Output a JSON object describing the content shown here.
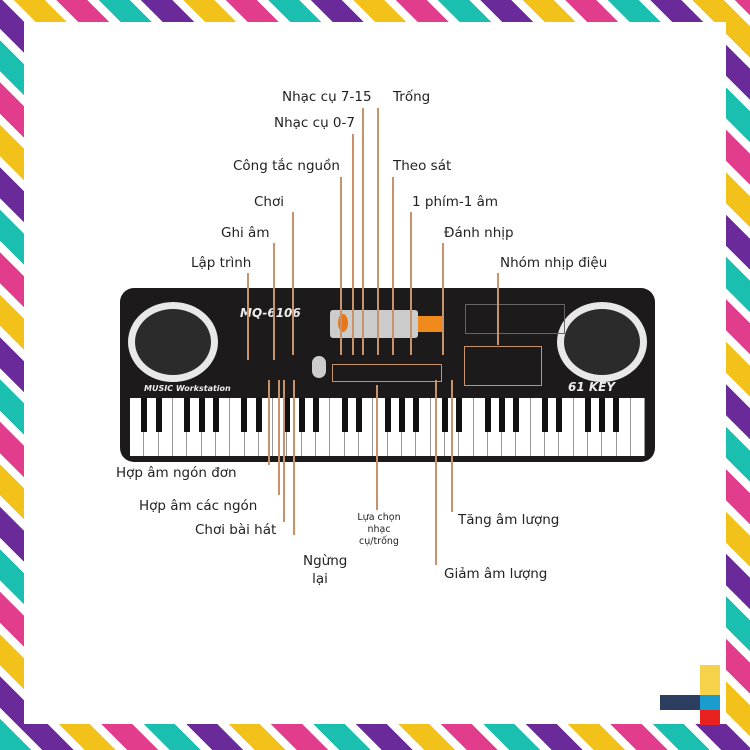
{
  "keyboard": {
    "model": "MQ-6106",
    "brand": "MUSIC Workstation",
    "keys": "61 KEY"
  },
  "labels_top": [
    "Nhạc cụ 7-15",
    "Trống",
    "Nhạc cụ 0-7",
    "Công tắc nguồn",
    "Theo sát",
    "Chơi",
    "1 phím-1 âm",
    "Ghi âm",
    "Đánh nhịp",
    "Lập trình",
    "Nhóm nhịp điệu"
  ],
  "labels_bottom": [
    "Hợp âm ngón đơn",
    "Hợp âm các ngón",
    "Chơi bài hát",
    "Ngừng lại",
    "Lựa chọn nhạc cụ/trống",
    "Tăng âm lượng",
    "Giảm âm lượng"
  ],
  "colors": {
    "leader": "#c8926a",
    "body": "#1c1a1a",
    "display": "#f08a1c"
  }
}
